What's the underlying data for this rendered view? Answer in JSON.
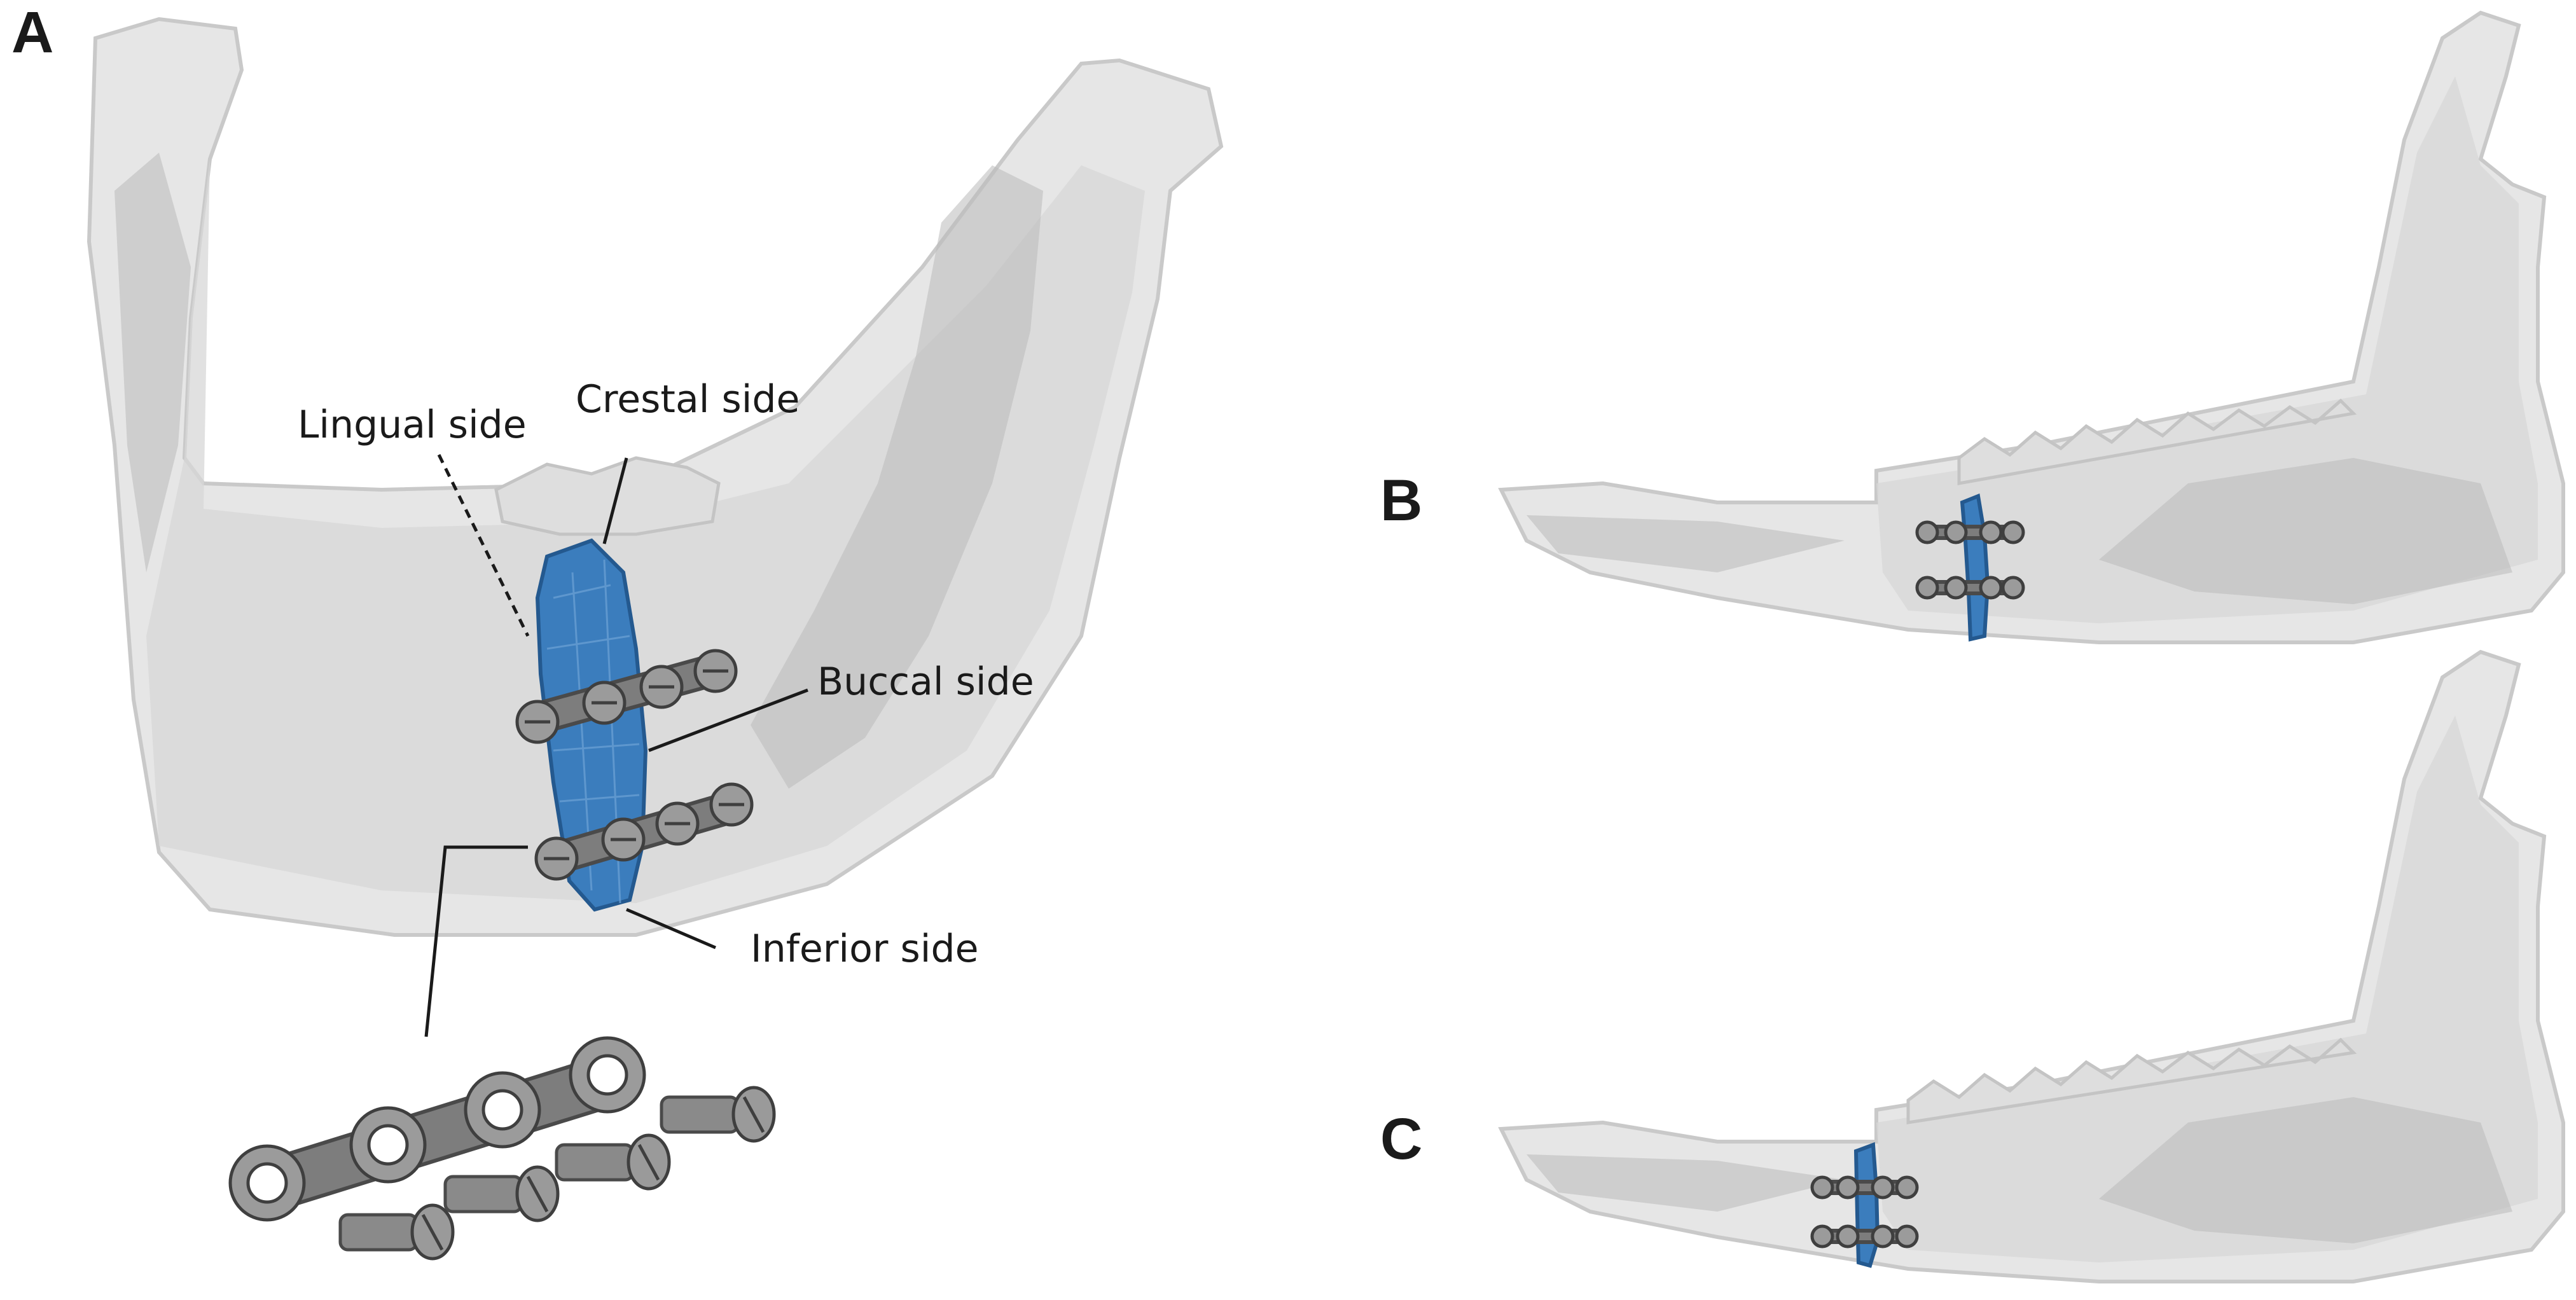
{
  "panels": {
    "a": "A",
    "b": "B",
    "c": "C"
  },
  "labels": {
    "lingual": "Lingual side",
    "crestal": "Crestal side",
    "buccal": "Buccal side",
    "inferior": "Inferior side"
  },
  "colors": {
    "graft": "#3b7dbd",
    "bone": "#e6e6e6",
    "plate": "#7d7d7d"
  },
  "icons": [
    "mandible-frontal",
    "bone-graft",
    "fixation-plate",
    "screw",
    "mandible-lateral"
  ]
}
